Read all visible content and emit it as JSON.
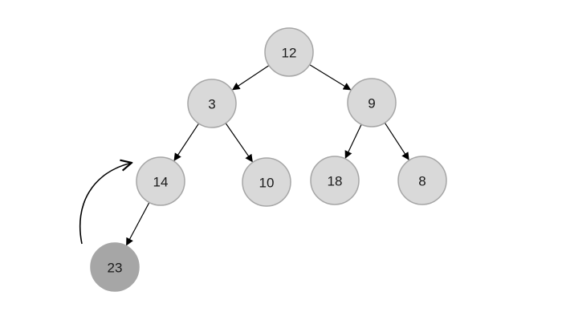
{
  "diagram": {
    "type": "binary-heap-tree",
    "colors": {
      "node_fill": "#d9d9d9",
      "highlight_fill": "#a6a6a6",
      "node_border": "#a6a6a6",
      "edge": "#000000",
      "text": "#1a1a1a"
    },
    "nodes": [
      {
        "id": "n12",
        "label": "12",
        "highlighted": false
      },
      {
        "id": "n3",
        "label": "3",
        "highlighted": false
      },
      {
        "id": "n9",
        "label": "9",
        "highlighted": false
      },
      {
        "id": "n14",
        "label": "14",
        "highlighted": false
      },
      {
        "id": "n10",
        "label": "10",
        "highlighted": false
      },
      {
        "id": "n18",
        "label": "18",
        "highlighted": false
      },
      {
        "id": "n8",
        "label": "8",
        "highlighted": false
      },
      {
        "id": "n23",
        "label": "23",
        "highlighted": true
      }
    ],
    "edges": [
      {
        "from": "n12",
        "to": "n3"
      },
      {
        "from": "n12",
        "to": "n9"
      },
      {
        "from": "n3",
        "to": "n14"
      },
      {
        "from": "n3",
        "to": "n10"
      },
      {
        "from": "n9",
        "to": "n18"
      },
      {
        "from": "n9",
        "to": "n8"
      },
      {
        "from": "n14",
        "to": "n23"
      }
    ],
    "swap_arrow": {
      "from": "n23",
      "to": "n14"
    }
  }
}
